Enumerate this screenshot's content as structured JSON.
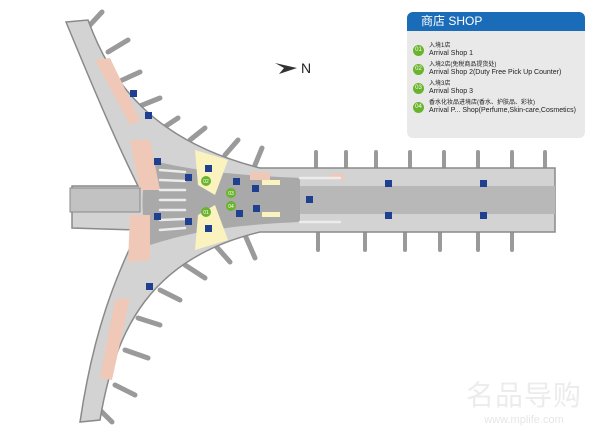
{
  "legend": {
    "title": "商店 SHOP",
    "items": [
      {
        "num": "01",
        "cn": "入境1店",
        "en": "Arrival Shop 1"
      },
      {
        "num": "02",
        "cn": "入境2店(免税商品提货处)",
        "en": "Arrival Shop 2(Duty Free Pick Up Counter)"
      },
      {
        "num": "03",
        "cn": "入境3店",
        "en": "Arrival Shop 3"
      },
      {
        "num": "04",
        "cn": "香水化妆品进境店(香水、护肤品、彩妆)",
        "en": "Arrival P... Shop(Perfume,Skin-care,Cosmetics)"
      }
    ],
    "accent": "#1b6cb8",
    "badge_color": "#6ab42d"
  },
  "compass": {
    "label": "N"
  },
  "markers": [
    "01",
    "02",
    "03",
    "04"
  ],
  "watermark": {
    "title": "名品导购",
    "url": "www.mplife.com"
  }
}
